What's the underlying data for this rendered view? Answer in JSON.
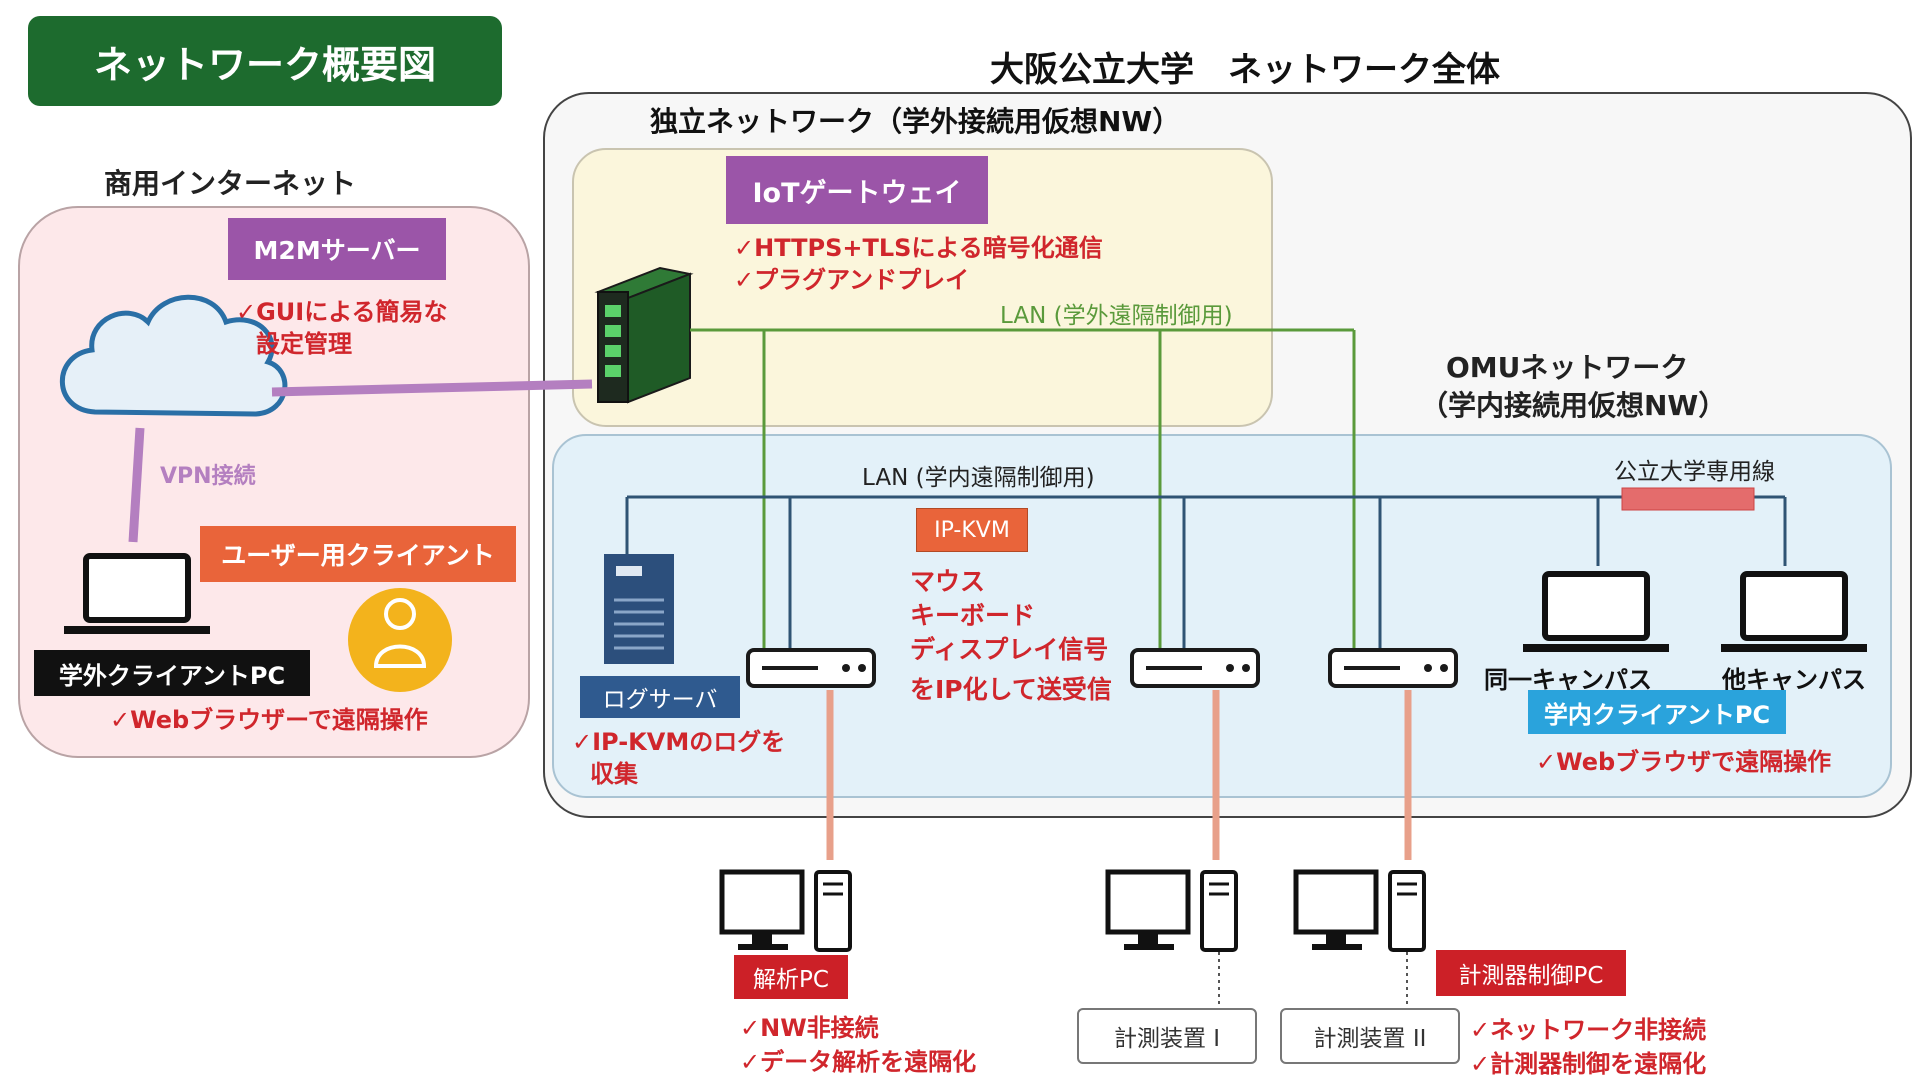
{
  "title_badge": "ネットワーク概要図",
  "main_title": "大阪公立大学　ネットワーク全体",
  "commercial": {
    "label": "商用インターネット",
    "m2m_server": "M2Mサーバー",
    "m2m_notes": [
      "✓GUIによる簡易な",
      "設定管理"
    ],
    "vpn": "VPN接続",
    "user_client": "ユーザー用クライアント",
    "outside_pc": "学外クライアントPC",
    "outside_pc_note": "✓Webブラウザーで遠隔操作"
  },
  "independent": {
    "label": "独立ネットワーク（学外接続用仮想NW）",
    "iot_gateway": "IoTゲートウェイ",
    "iot_notes": [
      "✓HTTPS+TLSによる暗号化通信",
      "✓プラグアンドプレイ"
    ],
    "lan_external": "LAN (学外遠隔制御用)"
  },
  "omu": {
    "label_line1": "OMUネットワーク",
    "label_line2": "（学内接続用仮想NW）",
    "lan_internal": "LAN (学内遠隔制御用)",
    "dedicated_line": "公立大学専用線",
    "ip_kvm": "IP-KVM",
    "kvm_notes": [
      "マウス",
      "キーボード",
      "ディスプレイ信号",
      "をIP化して送受信"
    ],
    "log_server": "ログサーバ",
    "log_notes": [
      "✓IP-KVMのログを",
      "収集"
    ],
    "same_campus": "同一キャンパス",
    "other_campus": "他キャンパス",
    "campus_pc": "学内クライアントPC",
    "campus_pc_note": "✓Webブラウザで遠隔操作"
  },
  "bottom": {
    "analysis_pc": "解析PC",
    "analysis_notes": [
      "✓NW非接続",
      "✓データ解析を遠隔化"
    ],
    "device1": "計測装置 I",
    "device2": "計測装置 II",
    "control_pc": "計測器制御PC",
    "control_notes": [
      "✓ネットワーク非接続",
      "✓計測器制御を遠隔化"
    ]
  },
  "colors": {
    "title_badge": "#1d6b2e",
    "pink_region": "#fde8ea",
    "yellow_region": "#fbf6dc",
    "blue_region": "#e3f1f9",
    "purple_label": "#9b55a8",
    "orange_label": "#e9643a",
    "red_label": "#cc2027",
    "navy_label": "#2f5a8f",
    "cyan_label": "#2aa3dc",
    "lan_green": "#5a9a3b",
    "lan_navy": "#2f5474",
    "link_purple": "#b47fc0",
    "link_salmon": "#e8a08a",
    "dedicated_red": "#e46c6c",
    "note_red": "#d0262c"
  }
}
